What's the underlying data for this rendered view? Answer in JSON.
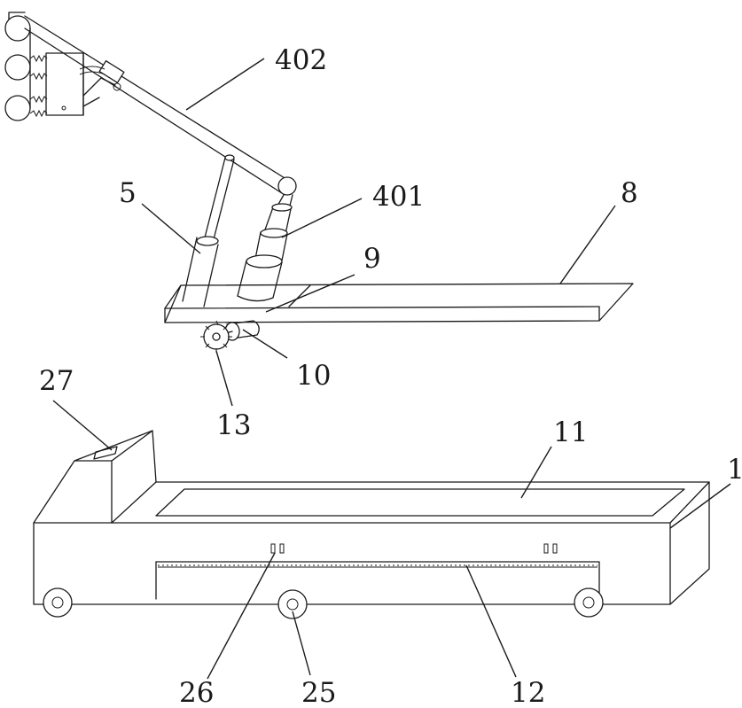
{
  "labels": {
    "arm_upper": "402",
    "arm_cylinder": "401",
    "rod_cylinder": "5",
    "track": "8",
    "slider": "9",
    "motor": "10",
    "gear": "13",
    "control_box": "27",
    "slot": "11",
    "body": "1",
    "sensor": "26",
    "wheel": "25",
    "rack": "12"
  }
}
